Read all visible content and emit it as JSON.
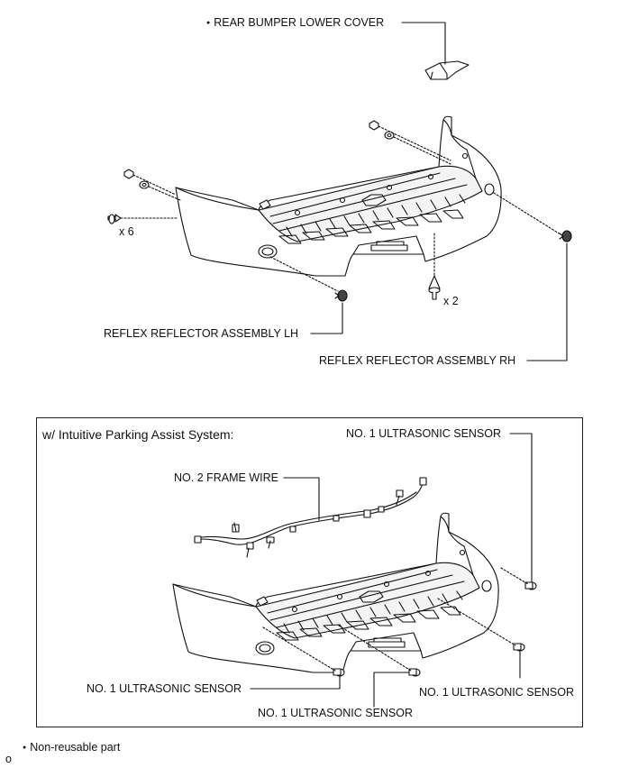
{
  "top_view": {
    "lower_cover_label": "REAR BUMPER LOWER COVER",
    "reflector_lh_label": "REFLEX REFLECTOR ASSEMBLY LH",
    "reflector_rh_label": "REFLEX REFLECTOR ASSEMBLY RH",
    "clip_count_left": "x 6",
    "clip_count_bottom": "x 2"
  },
  "ips_view": {
    "title": "w/ Intuitive Parking Assist System:",
    "frame_wire_label": "NO. 2 FRAME WIRE",
    "sensor_labels": [
      "NO. 1 ULTRASONIC SENSOR",
      "NO. 1 ULTRASONIC SENSOR",
      "NO. 1 ULTRASONIC SENSOR",
      "NO. 1 ULTRASONIC SENSOR"
    ]
  },
  "legend": {
    "text": "Non-reusable part",
    "corner_mark": "o"
  }
}
